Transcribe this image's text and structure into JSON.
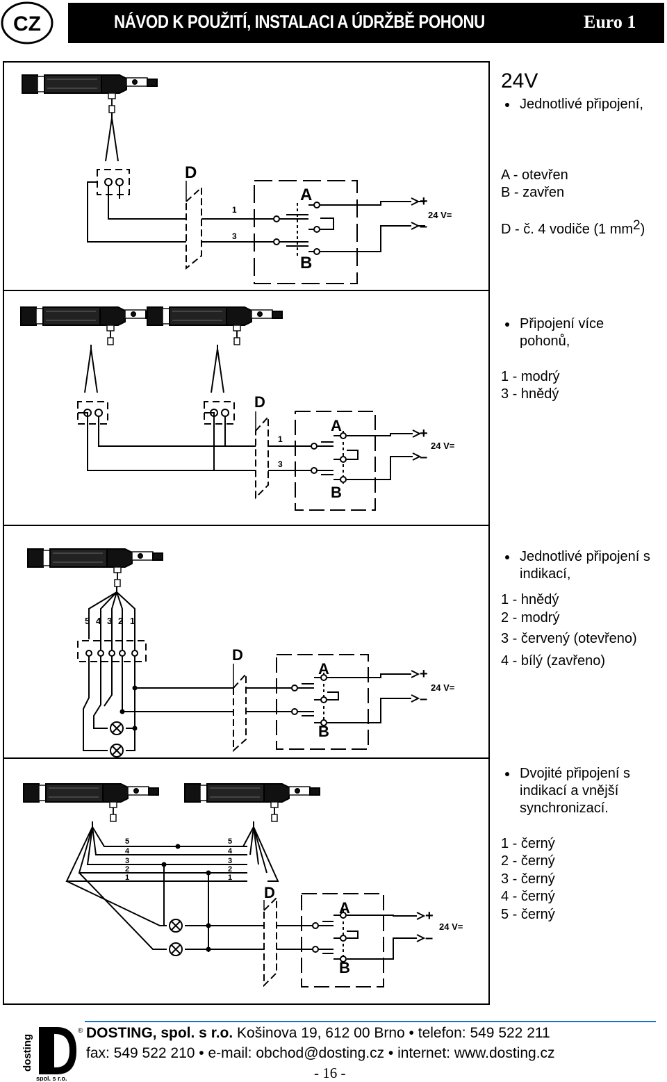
{
  "header": {
    "lang_badge": "CZ",
    "title": "NÁVOD K POUŽITÍ, INSTALACI A ÚDRŽBĚ POHONU",
    "model": "Euro 1"
  },
  "diagram_labels": {
    "d": "D",
    "a": "A",
    "b": "B",
    "voltage": "24 V=",
    "plus": "+",
    "minus": "–",
    "wire1": "1",
    "wire2": "2",
    "wire3": "3",
    "wire4": "4",
    "wire5": "5"
  },
  "sections": {
    "s1": {
      "heading": "24V",
      "bullet": "Jednotlivé připojení,",
      "line_a": "A - otevřen",
      "line_b": "B - zavřen",
      "line_d_prefix": "D - č. 4 vodiče (1 mm",
      "line_d_sup": "2",
      "line_d_suffix": ")"
    },
    "s2": {
      "bullet_1": "Připojení více",
      "bullet_2": "pohonů,",
      "lines": [
        "1 - modrý",
        "3 - hnědý"
      ]
    },
    "s3": {
      "bullet_1": "Jednotlivé připojení s",
      "bullet_2": "indikací,",
      "lines": [
        "1 - hnědý",
        "2 - modrý",
        "3 - červený (otevřeno)",
        "4 - bílý (zavřeno)"
      ]
    },
    "s4": {
      "bullet_1": "Dvojité připojení s",
      "bullet_2": "indikací a vnější",
      "bullet_3": "synchronizací.",
      "lines": [
        "1 - černý",
        "2 - černý",
        "3 - černý",
        "4 - černý",
        "5 - černý"
      ]
    }
  },
  "footer": {
    "company": "DOSTING, spol. s r.o.",
    "address": " Košinova 19, 612 00  Brno • telefon: 549 522 211",
    "line2": "fax: 549 522 210 • e-mail: obchod@dosting.cz • internet: www.dosting.cz",
    "page": "- 16 -",
    "logo_word": "dosting",
    "logo_sub": "spol. s r.o.",
    "logo_reg": "®"
  }
}
